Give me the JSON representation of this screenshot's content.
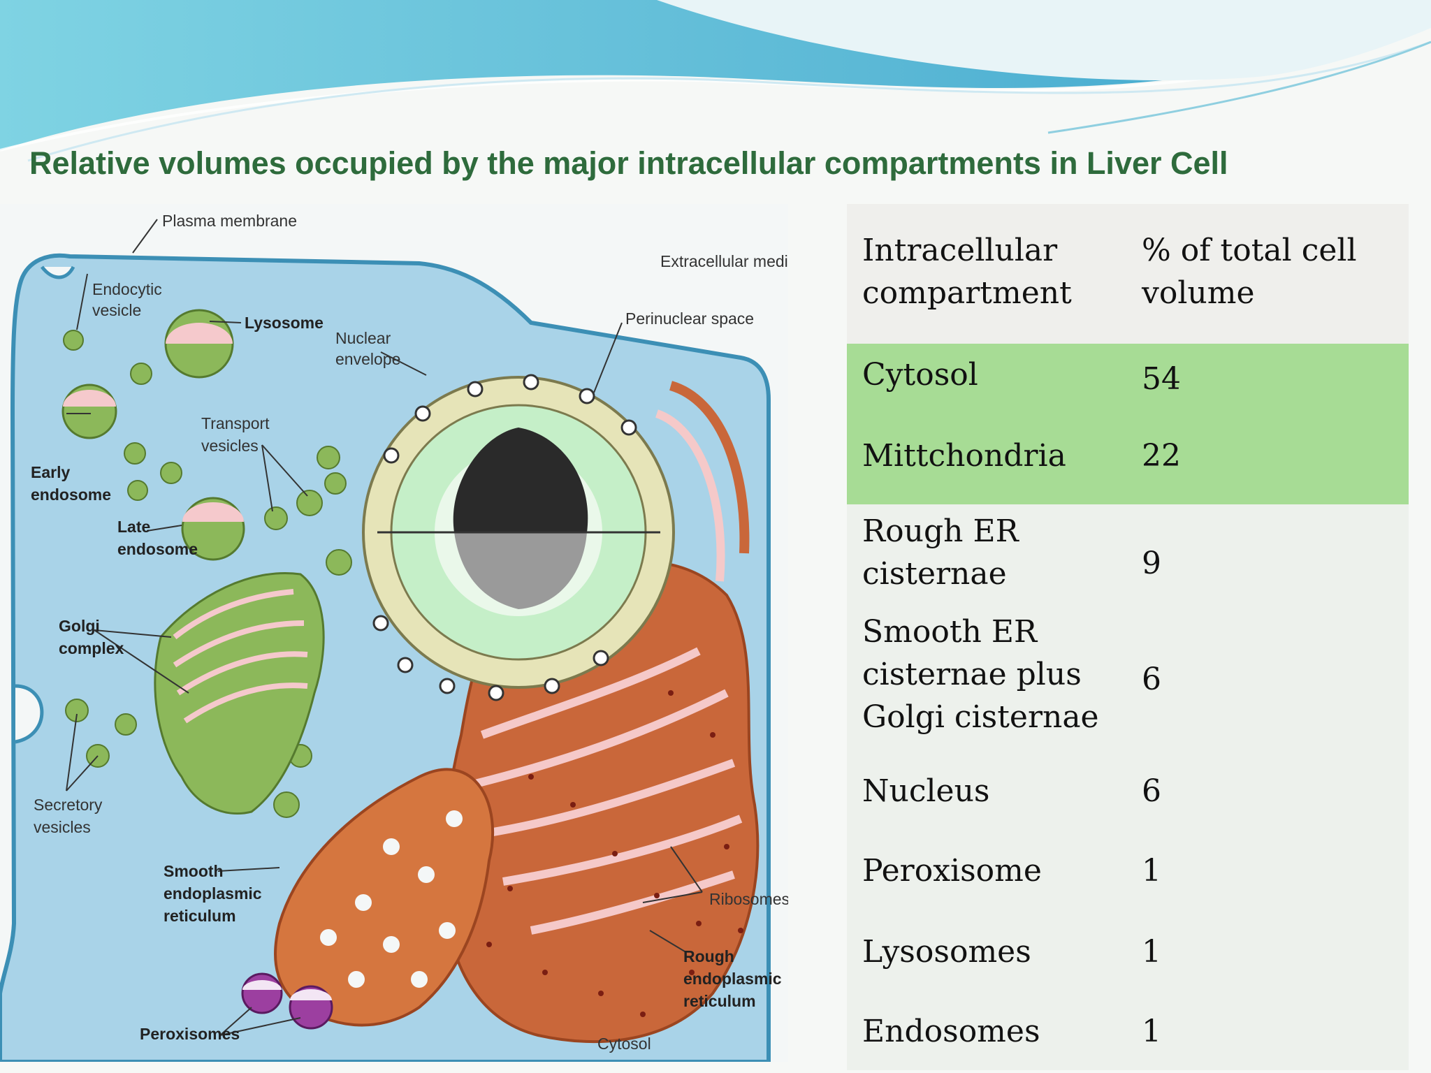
{
  "slide": {
    "title": "Relative volumes occupied by the major intracellular compartments in Liver Cell"
  },
  "figure": {
    "labels": {
      "plasma_membrane": "Plasma membrane",
      "extracellular_medium": "Extracellular medium",
      "endocytic_vesicle_1": "Endocytic",
      "endocytic_vesicle_2": "vesicle",
      "lysosome": "Lysosome",
      "nuclear_envelope_1": "Nuclear",
      "nuclear_envelope_2": "envelope",
      "perinuclear_space": "Perinuclear space",
      "transport_vesicles_1": "Transport",
      "transport_vesicles_2": "vesicles",
      "early_endosome_1": "Early",
      "early_endosome_2": "endosome",
      "late_endosome_1": "Late",
      "late_endosome_2": "endosome",
      "golgi_complex_1": "Golgi",
      "golgi_complex_2": "complex",
      "secretory_vesicles_1": "Secretory",
      "secretory_vesicles_2": "vesicles",
      "smooth_er_1": "Smooth",
      "smooth_er_2": "endoplasmic",
      "smooth_er_3": "reticulum",
      "ribosomes": "Ribosomes",
      "rough_er_1": "Rough",
      "rough_er_2": "endoplasmic",
      "rough_er_3": "reticulum",
      "peroxisomes": "Peroxisomes",
      "cytosol": "Cytosol"
    }
  },
  "table": {
    "headers": [
      "Intracellular compartment",
      "% of total cell volume"
    ],
    "rows": [
      {
        "compartment": "Cytosol",
        "percent": "54",
        "highlight": true
      },
      {
        "compartment": "Mittchondria",
        "percent": "22",
        "highlight": true
      },
      {
        "compartment": "Rough ER cisternae",
        "percent": "9",
        "highlight": false
      },
      {
        "compartment": "Smooth ER cisternae plus Golgi cisternae",
        "percent": "6",
        "highlight": false
      },
      {
        "compartment": "Nucleus",
        "percent": "6",
        "highlight": false
      },
      {
        "compartment": "Peroxisome",
        "percent": "1",
        "highlight": false
      },
      {
        "compartment": "Lysosomes",
        "percent": "1",
        "highlight": false
      },
      {
        "compartment": "Endosomes",
        "percent": "1",
        "highlight": false
      }
    ],
    "colors": {
      "header_bg": "#efefec",
      "highlight_bg": "#a7dc95",
      "row_bg": "#edf1ec"
    }
  },
  "theme": {
    "title_color": "#2e6b3c",
    "wave_color": "#5fbfd6"
  }
}
